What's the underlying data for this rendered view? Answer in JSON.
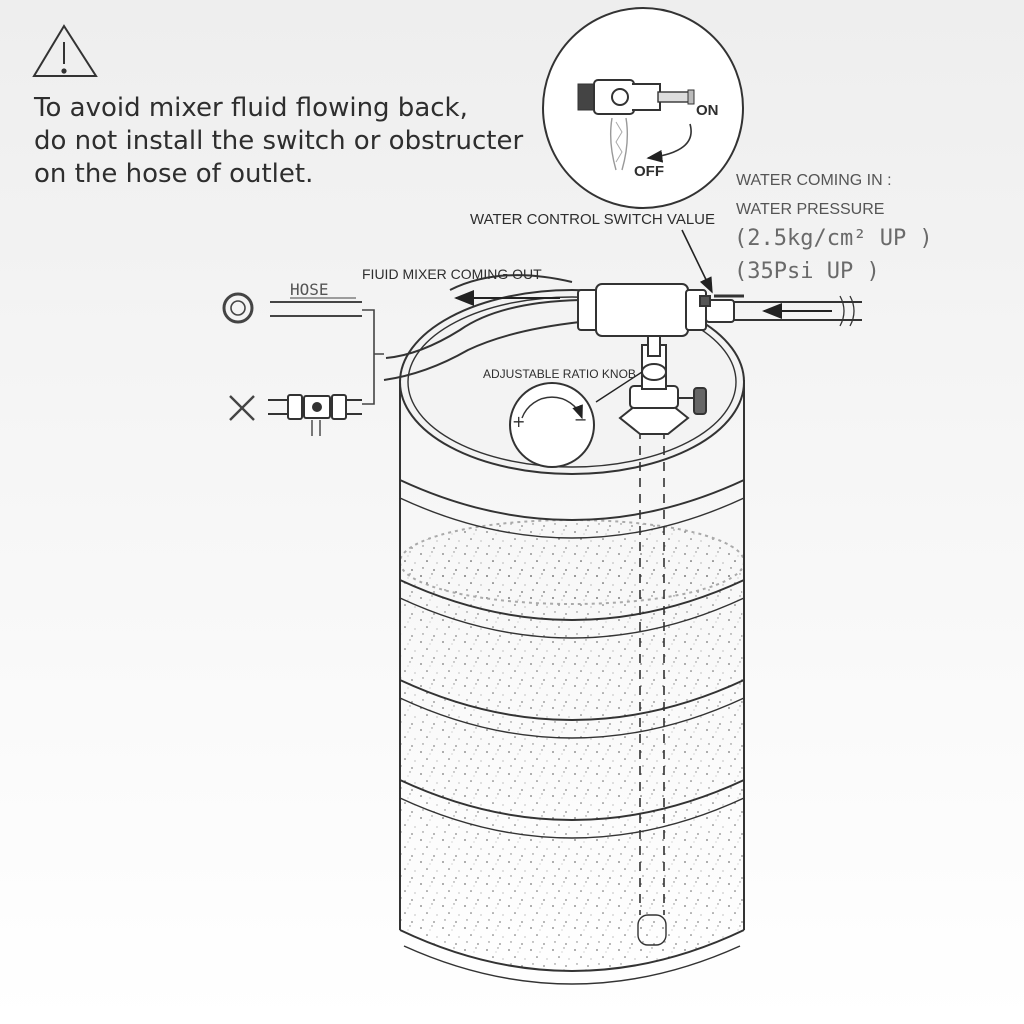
{
  "warning": {
    "icon": "warning-triangle-icon",
    "lines": [
      "To avoid mixer fluid flowing back,",
      "do not install the switch or obstructer",
      "on the hose of outlet."
    ]
  },
  "valve_inset": {
    "on_label": "ON",
    "off_label": "OFF"
  },
  "labels": {
    "hose": "HOSE",
    "fluid_out": "FIUID MIXER COMING OUT",
    "control_switch": "WATER CONTROL SWITCH VALUE",
    "ratio_knob": "ADJUSTABLE RATIO KNOB",
    "water_in": "WATER COMING IN :",
    "pressure_title": "WATER PRESSURE",
    "pressure_kg": "(2.5kg/cm² UP )",
    "pressure_psi": "(35Psi UP )"
  },
  "knob_signs": {
    "plus": "+",
    "minus": "−"
  },
  "legend": {
    "ok_icon": "circle-ok-icon",
    "bad_icon": "cross-icon"
  }
}
